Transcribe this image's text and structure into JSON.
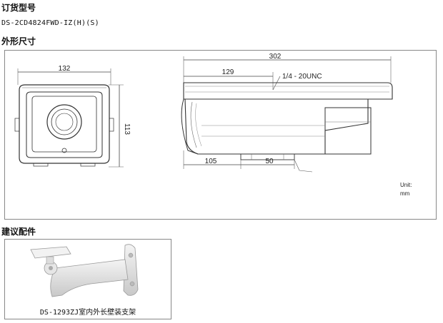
{
  "sections": {
    "order_title": "订货型号",
    "model_number": "DS-2CD4824FWD-IZ(H)(S)",
    "dimensions_title": "外形尺寸",
    "accessory_title": "建议配件"
  },
  "diagram": {
    "front_width": "132",
    "front_height": "113",
    "side_length": "302",
    "mount_offset": "129",
    "thread_label": "1/4 - 20UNC",
    "bottom_offset": "105",
    "bottom_width": "50",
    "unit_label": "Unit:",
    "unit_value": "mm"
  },
  "accessory": {
    "caption": "DS-1293ZJ室内外长壁装支架"
  }
}
